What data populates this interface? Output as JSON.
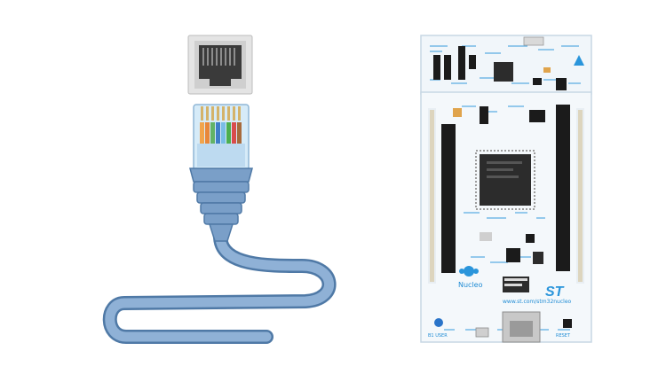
{
  "colors": {
    "background": "#ffffff",
    "cable": "#7a9fc8",
    "cable_outline": "#4f79a6",
    "jack_body": "#dcdcdc",
    "board_pcb": "#f4f8fb",
    "board_silk": "#1e8bd4",
    "header_black": "#1b1b1b",
    "pin_gold": "#c9a75b",
    "chip": "#2c2c2c"
  },
  "icons": {
    "jack": "rj45-socket-icon",
    "plug": "ethernet-plug-icon",
    "board": "nucleo-board-icon"
  },
  "board": {
    "brand_logo": "ST",
    "product_name": "Nucleo",
    "url_text": "www.st.com/stm32nucleo",
    "user_button_label": "B1 USER",
    "reset_button_label": "RESET"
  }
}
